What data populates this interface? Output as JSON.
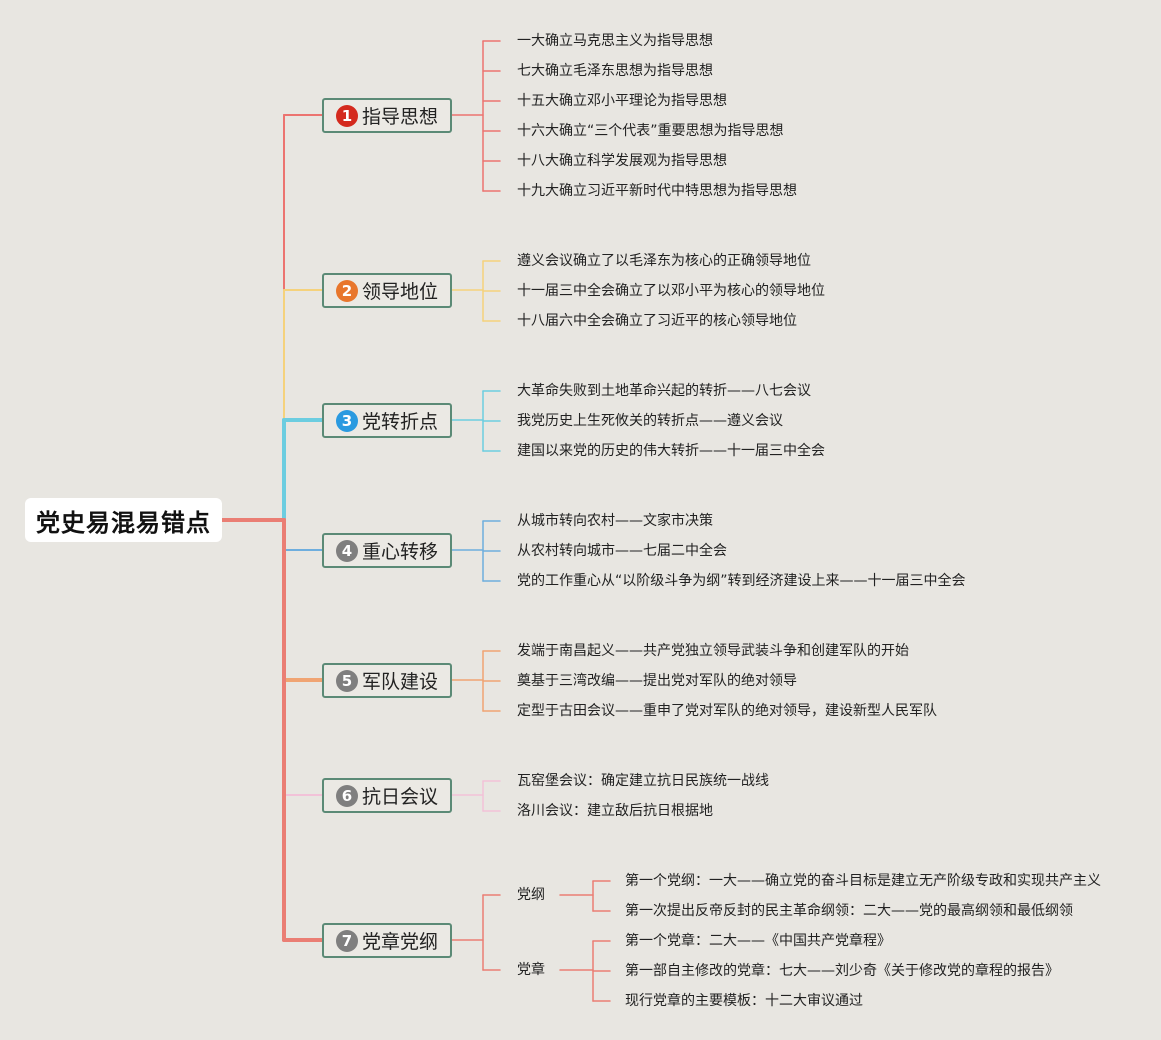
{
  "title": "党史易混易错点",
  "branches": [
    {
      "num": "1",
      "label": "指导思想",
      "color": "#ec7470",
      "badge": "#d42a1e",
      "items": [
        "一大确立马克思主义为指导思想",
        "七大确立毛泽东思想为指导思想",
        "十五大确立邓小平理论为指导思想",
        "十六大确立“三个代表”重要思想为指导思想",
        "十八大确立科学发展观为指导思想",
        "十九大确立习近平新时代中特思想为指导思想"
      ]
    },
    {
      "num": "2",
      "label": "领导地位",
      "color": "#f5d27c",
      "badge": "#e8762c",
      "items": [
        "遵义会议确立了以毛泽东为核心的正确领导地位",
        "十一届三中全会确立了以邓小平为核心的领导地位",
        "十八届六中全会确立了习近平的核心领导地位"
      ]
    },
    {
      "num": "3",
      "label": "党转折点",
      "color": "#6ccde0",
      "badge": "#2a9ae0",
      "items": [
        "大革命失败到土地革命兴起的转折——八七会议",
        "我党历史上生死攸关的转折点——遵义会议",
        "建国以来党的历史的伟大转折——十一届三中全会"
      ]
    },
    {
      "num": "4",
      "label": "重心转移",
      "color": "#6eaede",
      "badge": "#7f7f7f",
      "items": [
        "从城市转向农村——文家市决策",
        "从农村转向城市——七届二中全会",
        "党的工作重心从“以阶级斗争为纲”转到经济建设上来——十一届三中全会"
      ]
    },
    {
      "num": "5",
      "label": "军队建设",
      "color": "#f0a473",
      "badge": "#7f7f7f",
      "items": [
        "发端于南昌起义——共产党独立领导武装斗争和创建军队的开始",
        "奠基于三湾改编——提出党对军队的绝对领导",
        "定型于古田会议——重申了党对军队的绝对领导，建设新型人民军队"
      ]
    },
    {
      "num": "6",
      "label": "抗日会议",
      "color": "#f2c2d8",
      "badge": "#7f7f7f",
      "items": [
        "瓦窑堡会议：确定建立抗日民族统一战线",
        "洛川会议：建立敌后抗日根据地"
      ]
    },
    {
      "num": "7",
      "label": "党章党纲",
      "color": "#ea7e74",
      "badge": "#7f7f7f",
      "subs": [
        {
          "label": "党纲",
          "items": [
            "第一个党纲：一大——确立党的奋斗目标是建立无产阶级专政和实现共产主义",
            "第一次提出反帝反封的民主革命纲领：二大——党的最高纲领和最低纲领"
          ]
        },
        {
          "label": "党章",
          "items": [
            "第一个党章：二大——《中国共产党章程》",
            "第一部自主修改的党章：七大——刘少奇《关于修改党的章程的报告》",
            "现行党章的主要模板：十二大审议通过"
          ]
        }
      ]
    }
  ]
}
